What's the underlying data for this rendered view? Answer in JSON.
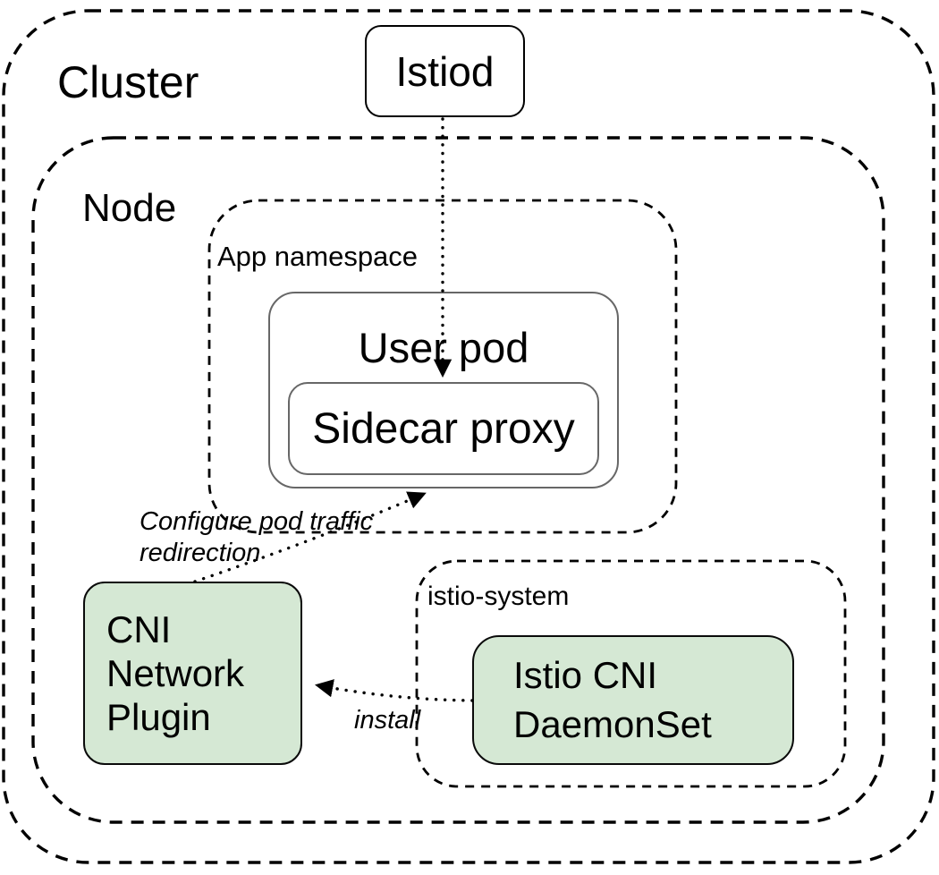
{
  "diagram": {
    "title_hint": "Istio CNI architecture diagram",
    "colors": {
      "background": "#ffffff",
      "green_fill": "#d5e8d4",
      "dark_border": "#000000",
      "gray_border": "#676767",
      "text": "#000000"
    },
    "containers": {
      "cluster": {
        "label": "Cluster"
      },
      "node": {
        "label": "Node"
      },
      "app_namespace": {
        "label": "App namespace"
      },
      "istio_system": {
        "label": "istio-system"
      }
    },
    "nodes": {
      "istiod": {
        "label": "Istiod"
      },
      "user_pod": {
        "label": "User pod"
      },
      "sidecar_proxy": {
        "label": "Sidecar proxy"
      },
      "cni_plugin": {
        "label": "CNI\nNetwork\nPlugin"
      },
      "istio_cni_daemonset": {
        "label": "Istio CNI\nDaemonSet"
      }
    },
    "edges": {
      "istiod_to_sidecar": {
        "label": ""
      },
      "cni_to_pod": {
        "label": "Configure pod traffic\nredirection"
      },
      "daemonset_to_cni": {
        "label": "install"
      }
    }
  }
}
